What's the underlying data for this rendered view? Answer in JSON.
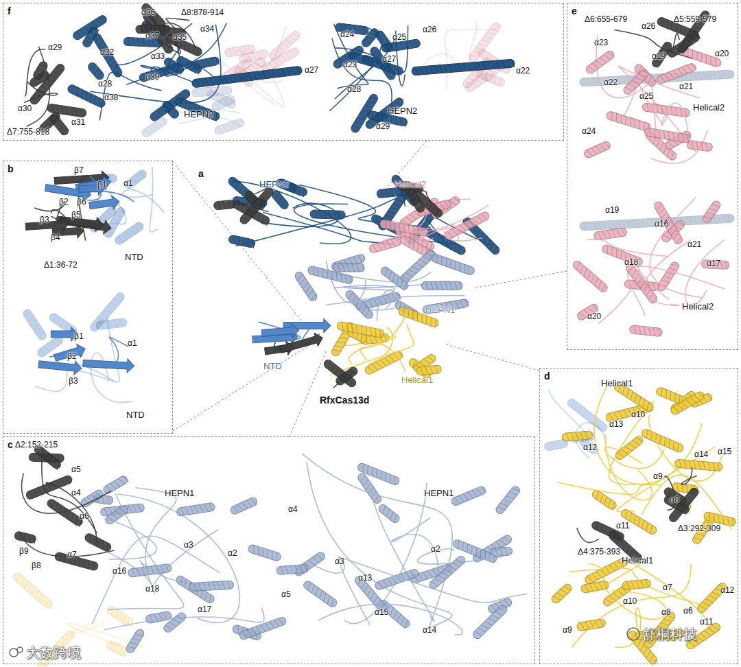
{
  "diagram": {
    "nodes": [
      {
        "text": [
          "f"
        ]
      },
      {
        "text": [
          "e"
        ]
      },
      {
        "text": [
          "b"
        ]
      },
      {
        "text": [
          "c"
        ]
      },
      {
        "text": [
          "d"
        ]
      }
    ],
    "labels": [
      "a",
      "HEPN2",
      "Helical2",
      "HEPN1",
      "NTD",
      "Helical1",
      "RfxCas13d",
      "Δ8:878-914",
      "α36",
      "α29",
      "α32",
      "α37",
      "α35",
      "α34",
      "α33",
      "α39",
      "α28",
      "α38",
      "α30",
      "α31",
      "Δ7:755-818",
      "HEPN2",
      "α27",
      "α24",
      "α25",
      "α26",
      "α27",
      "α23",
      "α22",
      "α28",
      "HEPN2",
      "α29",
      "Δ6:655-679",
      "α26",
      "Δ5:559-579",
      "α23",
      "α19",
      "α20",
      "α22",
      "α21",
      "α25",
      "Helical2",
      "α24",
      "α19",
      "α16",
      "α21",
      "α18",
      "α17",
      "α20",
      "Helical2",
      "β7",
      "β1",
      "α1",
      "β2",
      "β6",
      "β5",
      "β3",
      "β4",
      "Δ1:36-72",
      "NTD",
      "β1",
      "α1",
      "β2",
      "β3",
      "NTD",
      "Δ2:152-215",
      "α5",
      "α4",
      "HEPN1",
      "α6",
      "β9",
      "β8",
      "α7",
      "α16",
      "α3",
      "α2",
      "α18",
      "α17",
      "HEPN1",
      "α4",
      "α3",
      "α2",
      "α13",
      "α5",
      "α15",
      "α14",
      "Helical1",
      "α10",
      "α13",
      "α12",
      "α14",
      "α15",
      "α9",
      "α8",
      "α11",
      "Δ3:292-309",
      "Δ4:375-393",
      "Helical1",
      "α7",
      "α12",
      "α10",
      "α8",
      "α6",
      "α11",
      "α9",
      "大数跨境",
      "舒桐科技"
    ]
  }
}
